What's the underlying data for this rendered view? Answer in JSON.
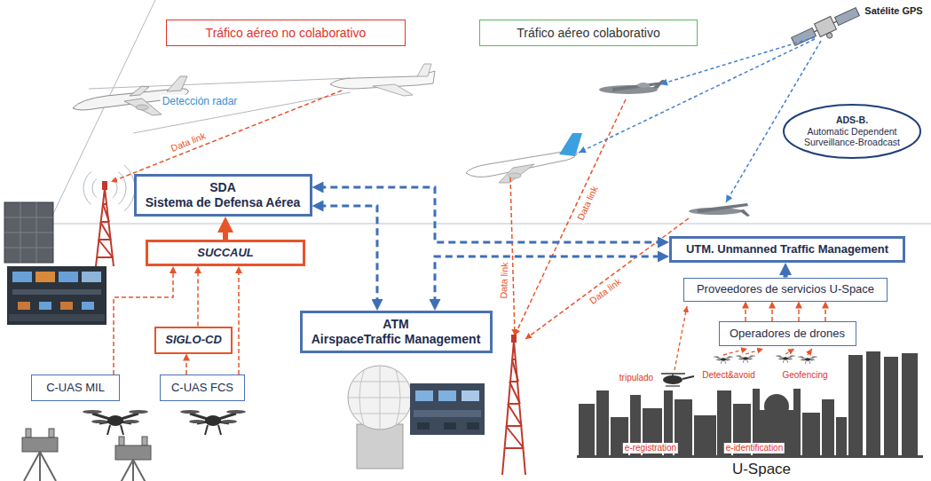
{
  "diagram": {
    "nodes": [
      {
        "text": [
          "Tráfico aéreo no colaborativo"
        ]
      },
      {
        "text": [
          "Tráfico aéreo colaborativo"
        ]
      },
      {
        "text": [
          "SDA",
          "Sistema de Defensa Aérea"
        ]
      },
      {
        "text": [
          "SUCCAUL"
        ]
      },
      {
        "text": [
          "SIGLO-CD"
        ]
      },
      {
        "text": [
          "C-UAS MIL"
        ]
      },
      {
        "text": [
          "C-UAS FCS"
        ]
      },
      {
        "text": [
          "ATM",
          "AirspaceTraffic Management"
        ]
      },
      {
        "text": [
          "UTM. Unmanned Traffic Management"
        ]
      },
      {
        "text": [
          "Proveedores de servicios U-Space"
        ]
      },
      {
        "text": [
          "Operadores de drones"
        ]
      },
      {
        "text": [
          "ADS-B.",
          "Automatic Dependent Surveillance-Broadcast"
        ]
      }
    ],
    "edges": [
      {
        "from": 3,
        "to": 2,
        "arrow": "to"
      },
      {
        "from": 4,
        "to": 3,
        "arrow": "to"
      },
      {
        "from": 5,
        "to": 3,
        "arrow": "to"
      },
      {
        "from": 6,
        "to": 3,
        "arrow": "to"
      },
      {
        "from": 6,
        "to": 4,
        "arrow": "to"
      },
      {
        "from": 2,
        "to": 8,
        "arrow": "both"
      },
      {
        "from": 2,
        "to": 7,
        "arrow": "both"
      },
      {
        "from": 7,
        "to": 8,
        "arrow": "both"
      },
      {
        "from": 10,
        "to": 9,
        "arrow": "to"
      },
      {
        "from": 9,
        "to": 8,
        "arrow": "to"
      }
    ],
    "labels": [
      "Satélite GPS",
      "Detección radar",
      "Data link",
      "Data link",
      "Data link",
      "Data link",
      "tripulado",
      "Detect&avoid",
      "Geofencing",
      "e-registration",
      "e-identification",
      "U-Space"
    ]
  }
}
